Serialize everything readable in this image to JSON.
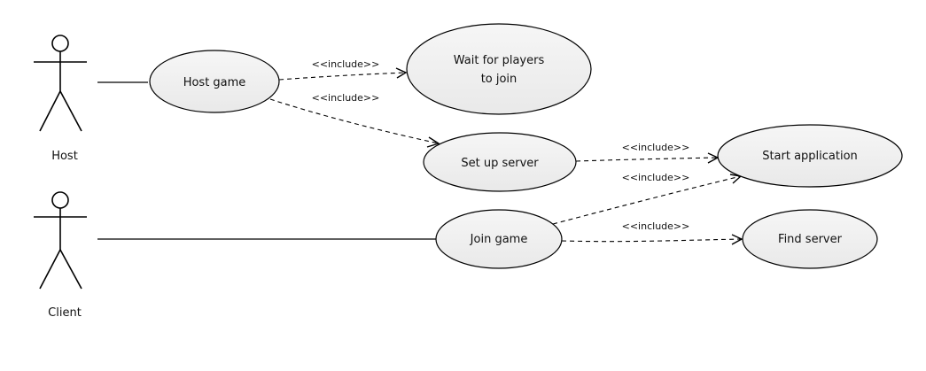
{
  "actors": {
    "host": {
      "label": "Host"
    },
    "client": {
      "label": "Client"
    }
  },
  "use_cases": {
    "host_game": {
      "label": "Host game"
    },
    "wait_for_players": {
      "line1": "Wait for players",
      "line2": "to join"
    },
    "set_up_server": {
      "label": "Set up server"
    },
    "start_application": {
      "label": "Start application"
    },
    "join_game": {
      "label": "Join game"
    },
    "find_server": {
      "label": "Find server"
    }
  },
  "relations": {
    "host_to_wait": "<<include>>",
    "host_to_setup": "<<include>>",
    "setup_to_start": "<<include>>",
    "join_to_start": "<<include>>",
    "join_to_find": "<<include>>"
  }
}
